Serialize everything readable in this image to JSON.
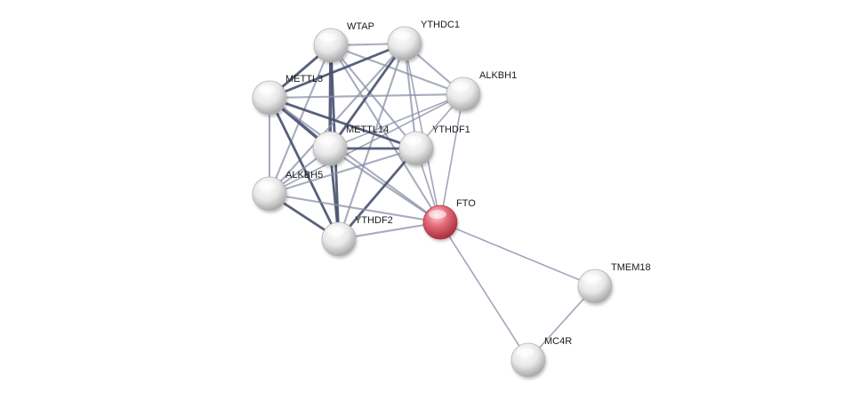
{
  "network": {
    "nodes": [
      {
        "id": "WTAP",
        "label": "WTAP",
        "query": false
      },
      {
        "id": "YTHDC1",
        "label": "YTHDC1",
        "query": false
      },
      {
        "id": "ALKBH1",
        "label": "ALKBH1",
        "query": false
      },
      {
        "id": "METTL3",
        "label": "METTL3",
        "query": false
      },
      {
        "id": "METTL14",
        "label": "METTL14",
        "query": false
      },
      {
        "id": "YTHDF1",
        "label": "YTHDF1",
        "query": false
      },
      {
        "id": "ALKBH5",
        "label": "ALKBH5",
        "query": false
      },
      {
        "id": "YTHDF2",
        "label": "YTHDF2",
        "query": false
      },
      {
        "id": "FTO",
        "label": "FTO",
        "query": true
      },
      {
        "id": "TMEM18",
        "label": "TMEM18",
        "query": false
      },
      {
        "id": "MC4R",
        "label": "MC4R",
        "query": false
      }
    ],
    "edges": [
      [
        "WTAP",
        "YTHDC1",
        2
      ],
      [
        "WTAP",
        "ALKBH1",
        2
      ],
      [
        "WTAP",
        "METTL3",
        3
      ],
      [
        "WTAP",
        "METTL14",
        4
      ],
      [
        "WTAP",
        "YTHDF1",
        2
      ],
      [
        "WTAP",
        "ALKBH5",
        2
      ],
      [
        "WTAP",
        "YTHDF2",
        3
      ],
      [
        "WTAP",
        "FTO",
        2
      ],
      [
        "YTHDC1",
        "ALKBH1",
        2
      ],
      [
        "YTHDC1",
        "METTL3",
        3
      ],
      [
        "YTHDC1",
        "METTL14",
        3
      ],
      [
        "YTHDC1",
        "YTHDF1",
        2
      ],
      [
        "YTHDC1",
        "ALKBH5",
        2
      ],
      [
        "YTHDC1",
        "YTHDF2",
        2
      ],
      [
        "YTHDC1",
        "FTO",
        1
      ],
      [
        "ALKBH1",
        "METTL3",
        2
      ],
      [
        "ALKBH1",
        "METTL14",
        1
      ],
      [
        "ALKBH1",
        "YTHDF1",
        1
      ],
      [
        "ALKBH1",
        "ALKBH5",
        1
      ],
      [
        "ALKBH1",
        "FTO",
        1
      ],
      [
        "METTL3",
        "METTL14",
        4
      ],
      [
        "METTL3",
        "YTHDF1",
        3
      ],
      [
        "METTL3",
        "ALKBH5",
        2
      ],
      [
        "METTL3",
        "YTHDF2",
        3
      ],
      [
        "METTL3",
        "FTO",
        2
      ],
      [
        "METTL14",
        "YTHDF1",
        3
      ],
      [
        "METTL14",
        "ALKBH5",
        2
      ],
      [
        "METTL14",
        "YTHDF2",
        3
      ],
      [
        "METTL14",
        "FTO",
        2
      ],
      [
        "YTHDF1",
        "ALKBH5",
        2
      ],
      [
        "YTHDF1",
        "YTHDF2",
        3
      ],
      [
        "YTHDF1",
        "FTO",
        1
      ],
      [
        "ALKBH5",
        "YTHDF2",
        3
      ],
      [
        "ALKBH5",
        "FTO",
        2
      ],
      [
        "YTHDF2",
        "FTO",
        2
      ],
      [
        "FTO",
        "TMEM18",
        1
      ],
      [
        "FTO",
        "MC4R",
        1
      ],
      [
        "TMEM18",
        "MC4R",
        1
      ]
    ],
    "colors": {
      "node_fill": "#e6e6e6",
      "query_fill": "#e05a6a",
      "edge_strong": "#47506e",
      "edge_weak": "#8a90a8"
    }
  }
}
